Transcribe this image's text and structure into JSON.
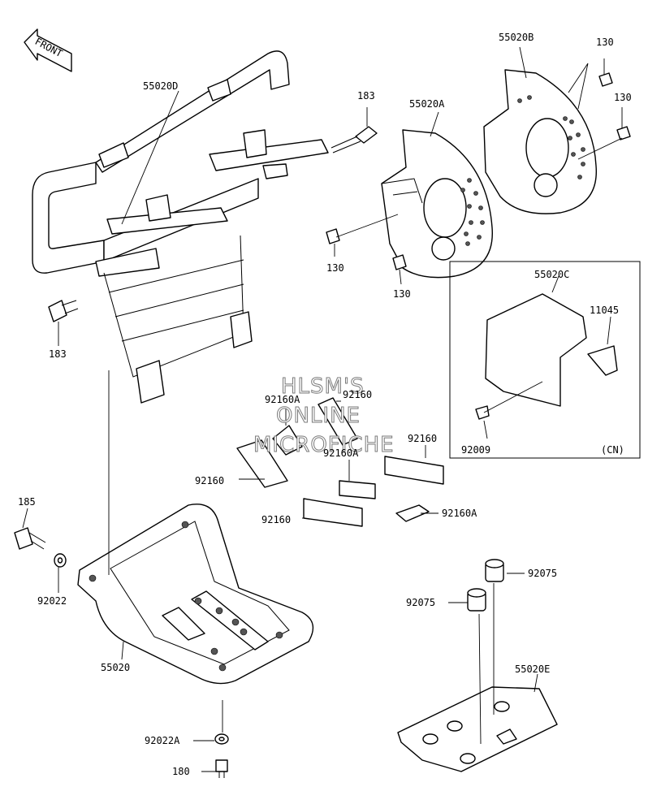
{
  "front_arrow": {
    "label": "FRONT"
  },
  "callouts": {
    "c_55020D": "55020D",
    "c_55020B": "55020B",
    "c_130_a": "130",
    "c_130_b": "130",
    "c_183_top": "183",
    "c_55020A": "55020A",
    "c_130_c": "130",
    "c_130_d": "130",
    "c_55020C": "55020C",
    "c_11045": "11045",
    "c_92009": "92009",
    "c_CN": "(CN)",
    "c_183_left": "183",
    "c_92160A_1": "92160A",
    "c_92160_1": "92160",
    "c_92160A_2": "92160A",
    "c_92160_2": "92160",
    "c_92160_3": "92160",
    "c_92160_4": "92160",
    "c_92160A_3": "92160A",
    "c_185": "185",
    "c_92022": "92022",
    "c_55020": "55020",
    "c_92075_a": "92075",
    "c_92075_b": "92075",
    "c_55020E": "55020E",
    "c_92022A": "92022A",
    "c_180": "180"
  },
  "watermark": {
    "line1": "HLSM'S",
    "line2": "ONLINE",
    "line3": "MICROFICHE"
  }
}
